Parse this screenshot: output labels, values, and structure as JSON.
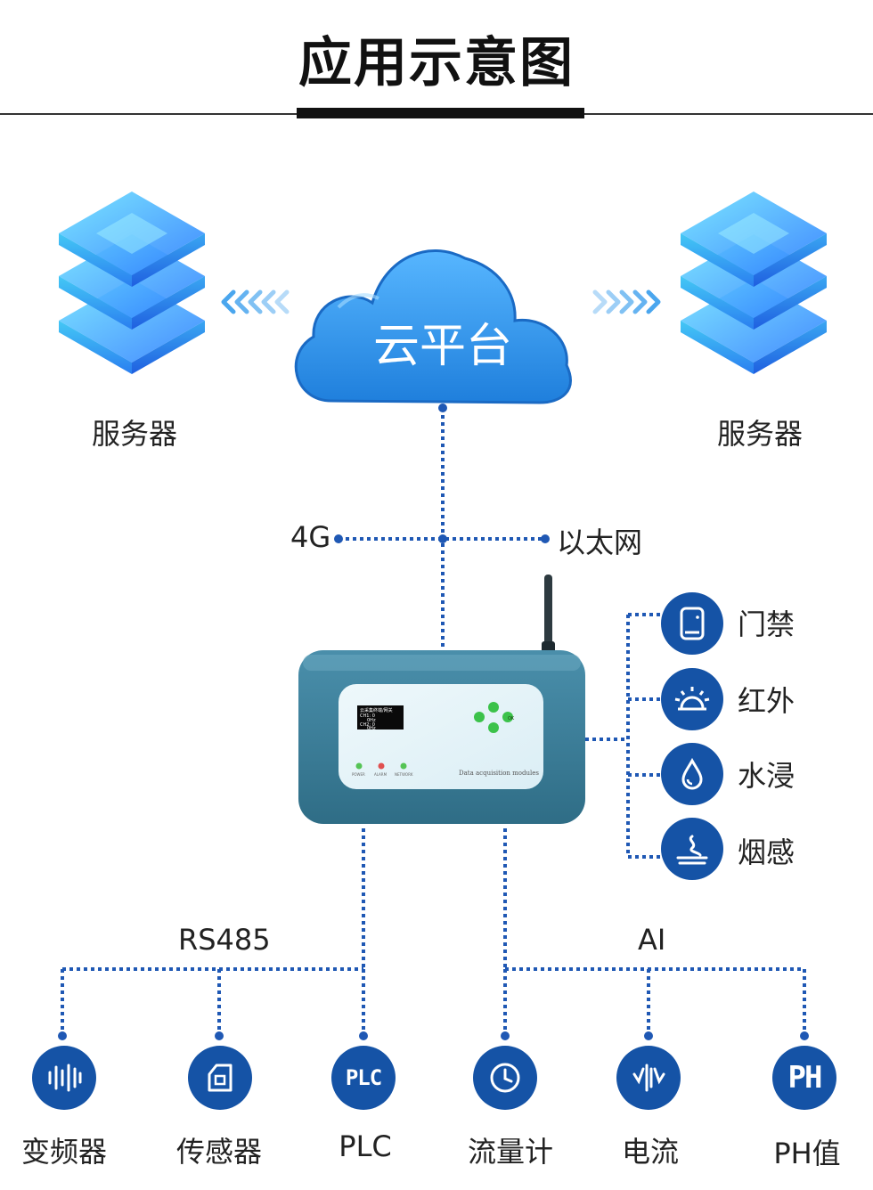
{
  "title": "应用示意图",
  "cloud": {
    "label": "云平台"
  },
  "servers": {
    "left_label": "服务器",
    "right_label": "服务器"
  },
  "network": {
    "left_label": "4G",
    "right_label": "以太网"
  },
  "device": {
    "display_lines": [
      "云采集终端/网关",
      "CH1: 0",
      "0Hz",
      "CH2: 0",
      "0Hz"
    ],
    "led_labels": [
      "POWER",
      "ALARM",
      "NETWORK"
    ],
    "module_text": "Data acquisition modules",
    "ok_label": "OK"
  },
  "right_devices": [
    {
      "label": "门禁",
      "icon": "door-icon"
    },
    {
      "label": "红外",
      "icon": "infrared-icon"
    },
    {
      "label": "水浸",
      "icon": "water-drop-icon"
    },
    {
      "label": "烟感",
      "icon": "smoke-icon"
    }
  ],
  "buses": {
    "left_label": "RS485",
    "right_label": "AI"
  },
  "bottom_devices": [
    {
      "label": "变频器",
      "icon": "frequency-converter-icon"
    },
    {
      "label": "传感器",
      "icon": "sensor-icon"
    },
    {
      "label": "PLC",
      "icon": "plc-icon",
      "icon_text": "PLC"
    },
    {
      "label": "流量计",
      "icon": "flowmeter-icon"
    },
    {
      "label": "电流",
      "icon": "current-icon"
    },
    {
      "label": "PH值",
      "icon": "ph-icon",
      "icon_text": "PH"
    }
  ],
  "colors": {
    "accent": "#1553a6",
    "cloud": "#2f8fe6",
    "device": "#3e7f9a",
    "line": "#1f58b4"
  }
}
